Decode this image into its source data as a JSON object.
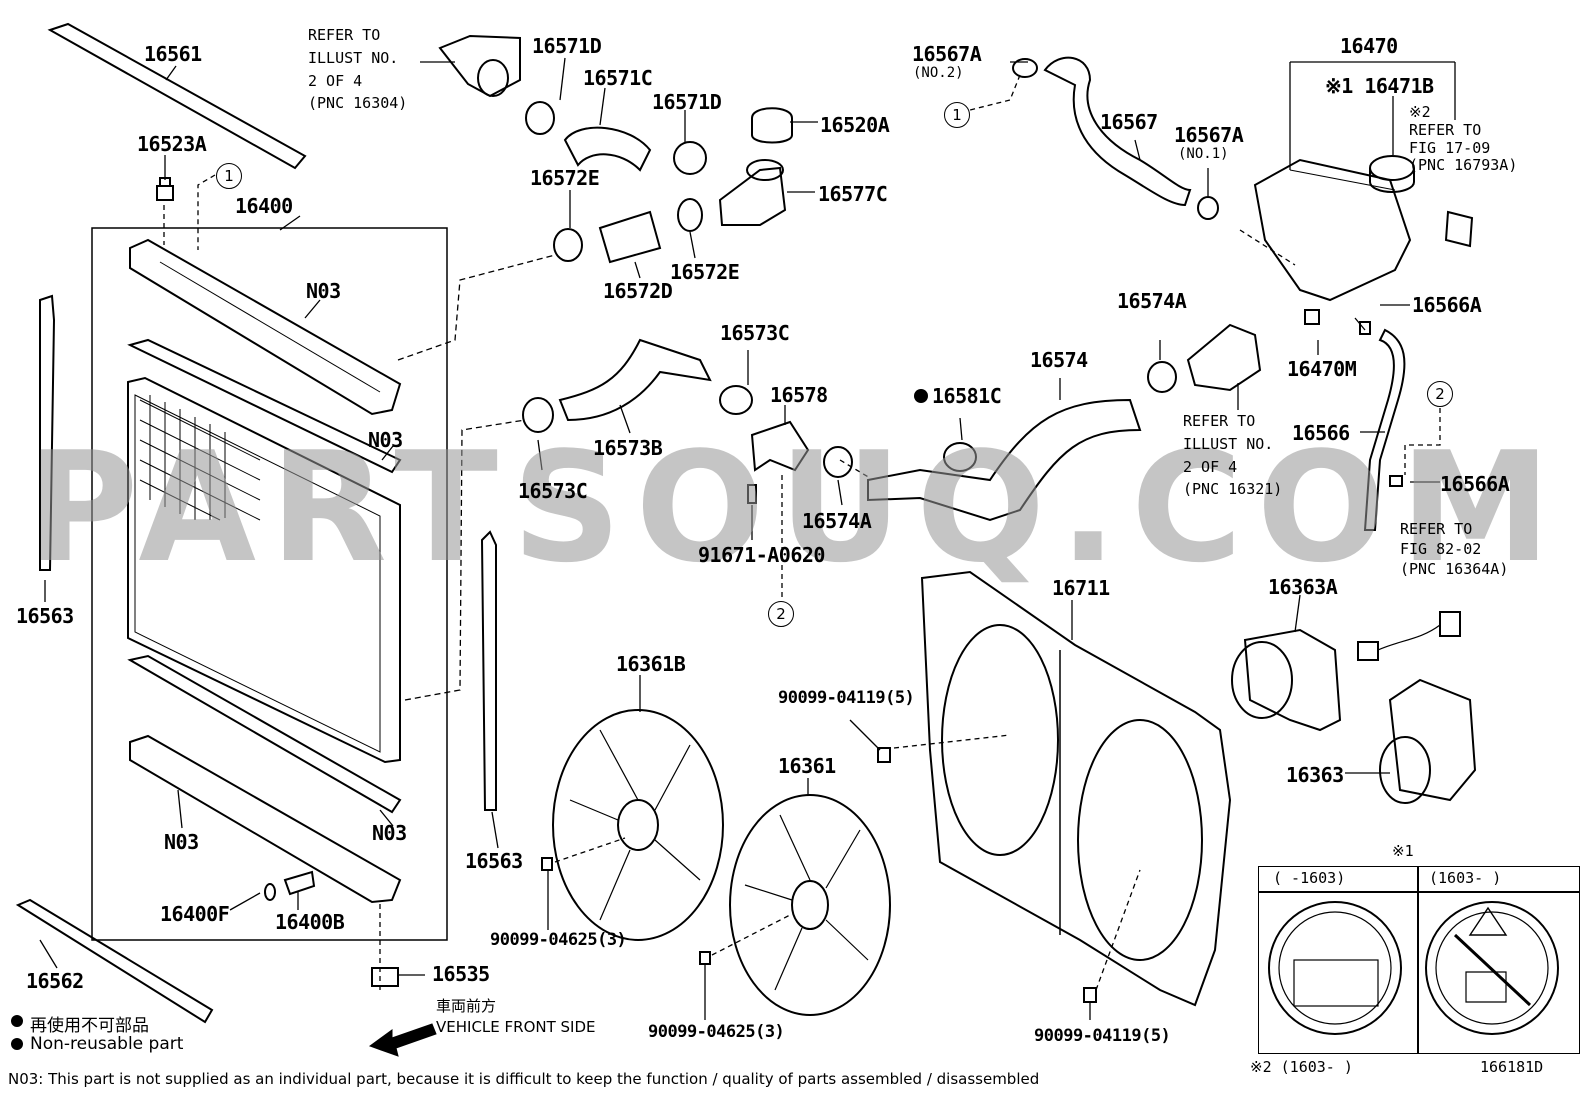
{
  "watermark": "PARTSOUQ.COM",
  "diagram_id": "166181D",
  "legend": {
    "non_reusable_jp": "再使用不可部品",
    "non_reusable_en": "Non-reusable part",
    "front_jp": "車両前方",
    "front_en": "VEHICLE FRONT SIDE"
  },
  "footer_note": "N03: This part is not supplied as an individual part, because it is difficult to keep the function / quality of parts assembled / disassembled",
  "part_labels": {
    "p16561": "16561",
    "p16523A": "16523A",
    "p16400": "16400",
    "p16563_left": "16563",
    "p16562": "16562",
    "n03_top": "N03",
    "n03_mid": "N03",
    "n03_bottom": "N03",
    "n03_low_left": "N03",
    "p16400F": "16400F",
    "p16400B": "16400B",
    "p16535": "16535",
    "p16571D_a": "16571D",
    "p16571C": "16571C",
    "p16571D_b": "16571D",
    "p16520A": "16520A",
    "p16572E_a": "16572E",
    "p16577C": "16577C",
    "p16572D": "16572D",
    "p16572E_b": "16572E",
    "p16573C_a": "16573C",
    "p16573B": "16573B",
    "p16578": "16578",
    "p16573C_b": "16573C",
    "p91671": "91671-A0620",
    "p16574A_b": "16574A",
    "p16563_mid": "16563",
    "p16361B": "16361B",
    "p16361": "16361",
    "p90099_04625_a": "90099-04625(3)",
    "p90099_04625_b": "90099-04625(3)",
    "p90099_04119_a": "90099-04119(5)",
    "p90099_04119_b": "90099-04119(5)",
    "p16711": "16711",
    "p16567A_a": "16567A",
    "p16567": "16567",
    "p16567A_b": "16567A",
    "p16574A_a": "16574A",
    "p16574": "16574",
    "p16581C": "16581C",
    "p16470": "16470",
    "p16471B": "※1 16471B",
    "p16566A_a": "16566A",
    "p16470M": "16470M",
    "p16566": "16566",
    "p16566A_b": "16566A",
    "p16363A": "16363A",
    "p16363": "16363"
  },
  "notes": {
    "refer_16304": [
      "REFER TO",
      "ILLUST NO.",
      "2 OF 4",
      "(PNC 16304)"
    ],
    "refer_16321": [
      "REFER TO",
      "ILLUST NO.",
      "2 OF 4",
      "(PNC 16321)"
    ],
    "refer_1709": [
      "※2",
      "REFER TO",
      "FIG 17-09",
      "(PNC 16793A)"
    ],
    "refer_8202": [
      "REFER TO",
      "FIG 82-02",
      "(PNC 16364A)"
    ],
    "no2": "(NO.2)",
    "no1": "(NO.1)"
  },
  "callouts": {
    "c1_radiator": "1",
    "c1_hose": "1",
    "c2_hose": "2",
    "c2_bottom": "2"
  },
  "inset": {
    "marker": "※1",
    "left_header": "(    -1603)",
    "right_header": "(1603-    )",
    "caption": "※2 (1603-    )"
  }
}
